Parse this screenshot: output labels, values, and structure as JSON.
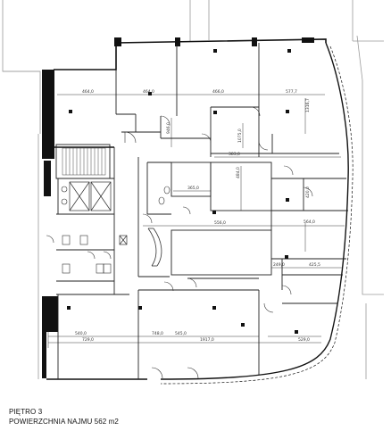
{
  "caption": {
    "floor_label": "PIĘTRO 3",
    "area_label": "POWIERZCHNIA NAJMU 562 m2"
  },
  "dimensions": [
    "464,0",
    "464,0",
    "466,0",
    "577,7",
    "1316,7",
    "946,0",
    "1075,0",
    "383,0",
    "365,0",
    "484,0",
    "556,0",
    "420,0",
    "564,0",
    "425,5",
    "249,0",
    "540,0",
    "545,0",
    "748,0",
    "1917,0",
    "729,0",
    "529,0"
  ],
  "colors": {
    "wall": "#000000",
    "line": "#222222",
    "site_lines": "#999999",
    "window": "#555555"
  }
}
